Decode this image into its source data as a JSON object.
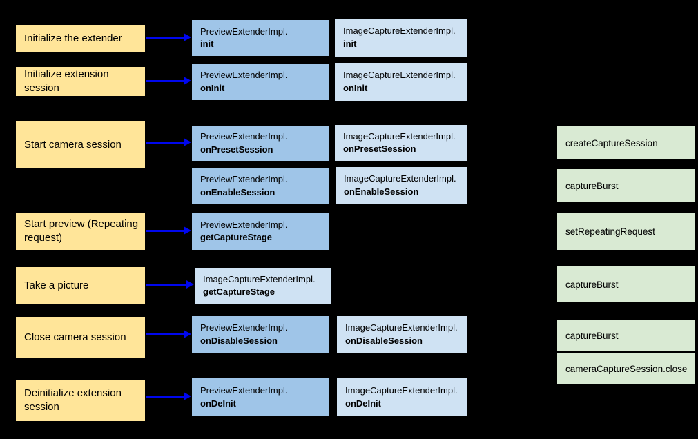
{
  "colors": {
    "background": "#000000",
    "step_fill": "#ffe599",
    "preview_fill": "#9fc5e8",
    "image_capture_fill": "#cfe2f3",
    "camera2_fill": "#d9ead3",
    "arrow": "#0007ee",
    "text": "#000000"
  },
  "steps": [
    {
      "label": "Initialize the extender"
    },
    {
      "label": "Initialize extension session"
    },
    {
      "label": "Start camera session"
    },
    {
      "label": "Start preview (Repeating request)"
    },
    {
      "label": "Take a picture"
    },
    {
      "label": "Close camera session"
    },
    {
      "label": "Deinitialize extension session"
    }
  ],
  "preview_extender": [
    {
      "class": "PreviewExtenderImpl.",
      "method": "init"
    },
    {
      "class": "PreviewExtenderImpl.",
      "method": "onInit"
    },
    {
      "class": "PreviewExtenderImpl.",
      "method": "onPresetSession"
    },
    {
      "class": "PreviewExtenderImpl.",
      "method": "onEnableSession"
    },
    {
      "class": "PreviewExtenderImpl.",
      "method": "getCaptureStage"
    },
    {
      "class": "PreviewExtenderImpl.",
      "method": "onDisableSession"
    },
    {
      "class": "PreviewExtenderImpl.",
      "method": "onDeInit"
    }
  ],
  "image_capture_extender": [
    {
      "class": "ImageCaptureExtenderImpl.",
      "method": "init"
    },
    {
      "class": "ImageCaptureExtenderImpl.",
      "method": "onInit"
    },
    {
      "class": "ImageCaptureExtenderImpl.",
      "method": "onPresetSession"
    },
    {
      "class": "ImageCaptureExtenderImpl.",
      "method": "onEnableSession"
    },
    {
      "class": "ImageCaptureExtenderImpl.",
      "method": "getCaptureStage"
    },
    {
      "class": "ImageCaptureExtenderImpl.",
      "method": "onDisableSession"
    },
    {
      "class": "ImageCaptureExtenderImpl.",
      "method": "onDeInit"
    }
  ],
  "camera2_calls": [
    {
      "label": "createCaptureSession"
    },
    {
      "label": "captureBurst"
    },
    {
      "label": "setRepeatingRequest"
    },
    {
      "label": "captureBurst"
    },
    {
      "label": "captureBurst"
    },
    {
      "label": "cameraCaptureSession.close"
    }
  ]
}
